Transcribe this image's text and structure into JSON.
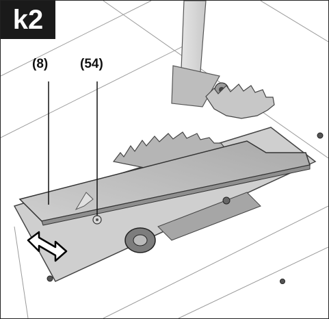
{
  "figure": {
    "tag": "k2",
    "callouts": [
      {
        "id": "8",
        "text": "(8)"
      },
      {
        "id": "54",
        "text": "(54)"
      }
    ]
  },
  "colors": {
    "background": "#ffffff",
    "tag_background": "#1a1a1a",
    "tag_text": "#ffffff",
    "line_art": "#222222",
    "metal_light": "#d9d9d9",
    "metal_mid": "#b8b8b8",
    "metal_dark": "#8f8f8f"
  },
  "icons": [
    "table-saw-illustration",
    "double-arrow-icon"
  ]
}
